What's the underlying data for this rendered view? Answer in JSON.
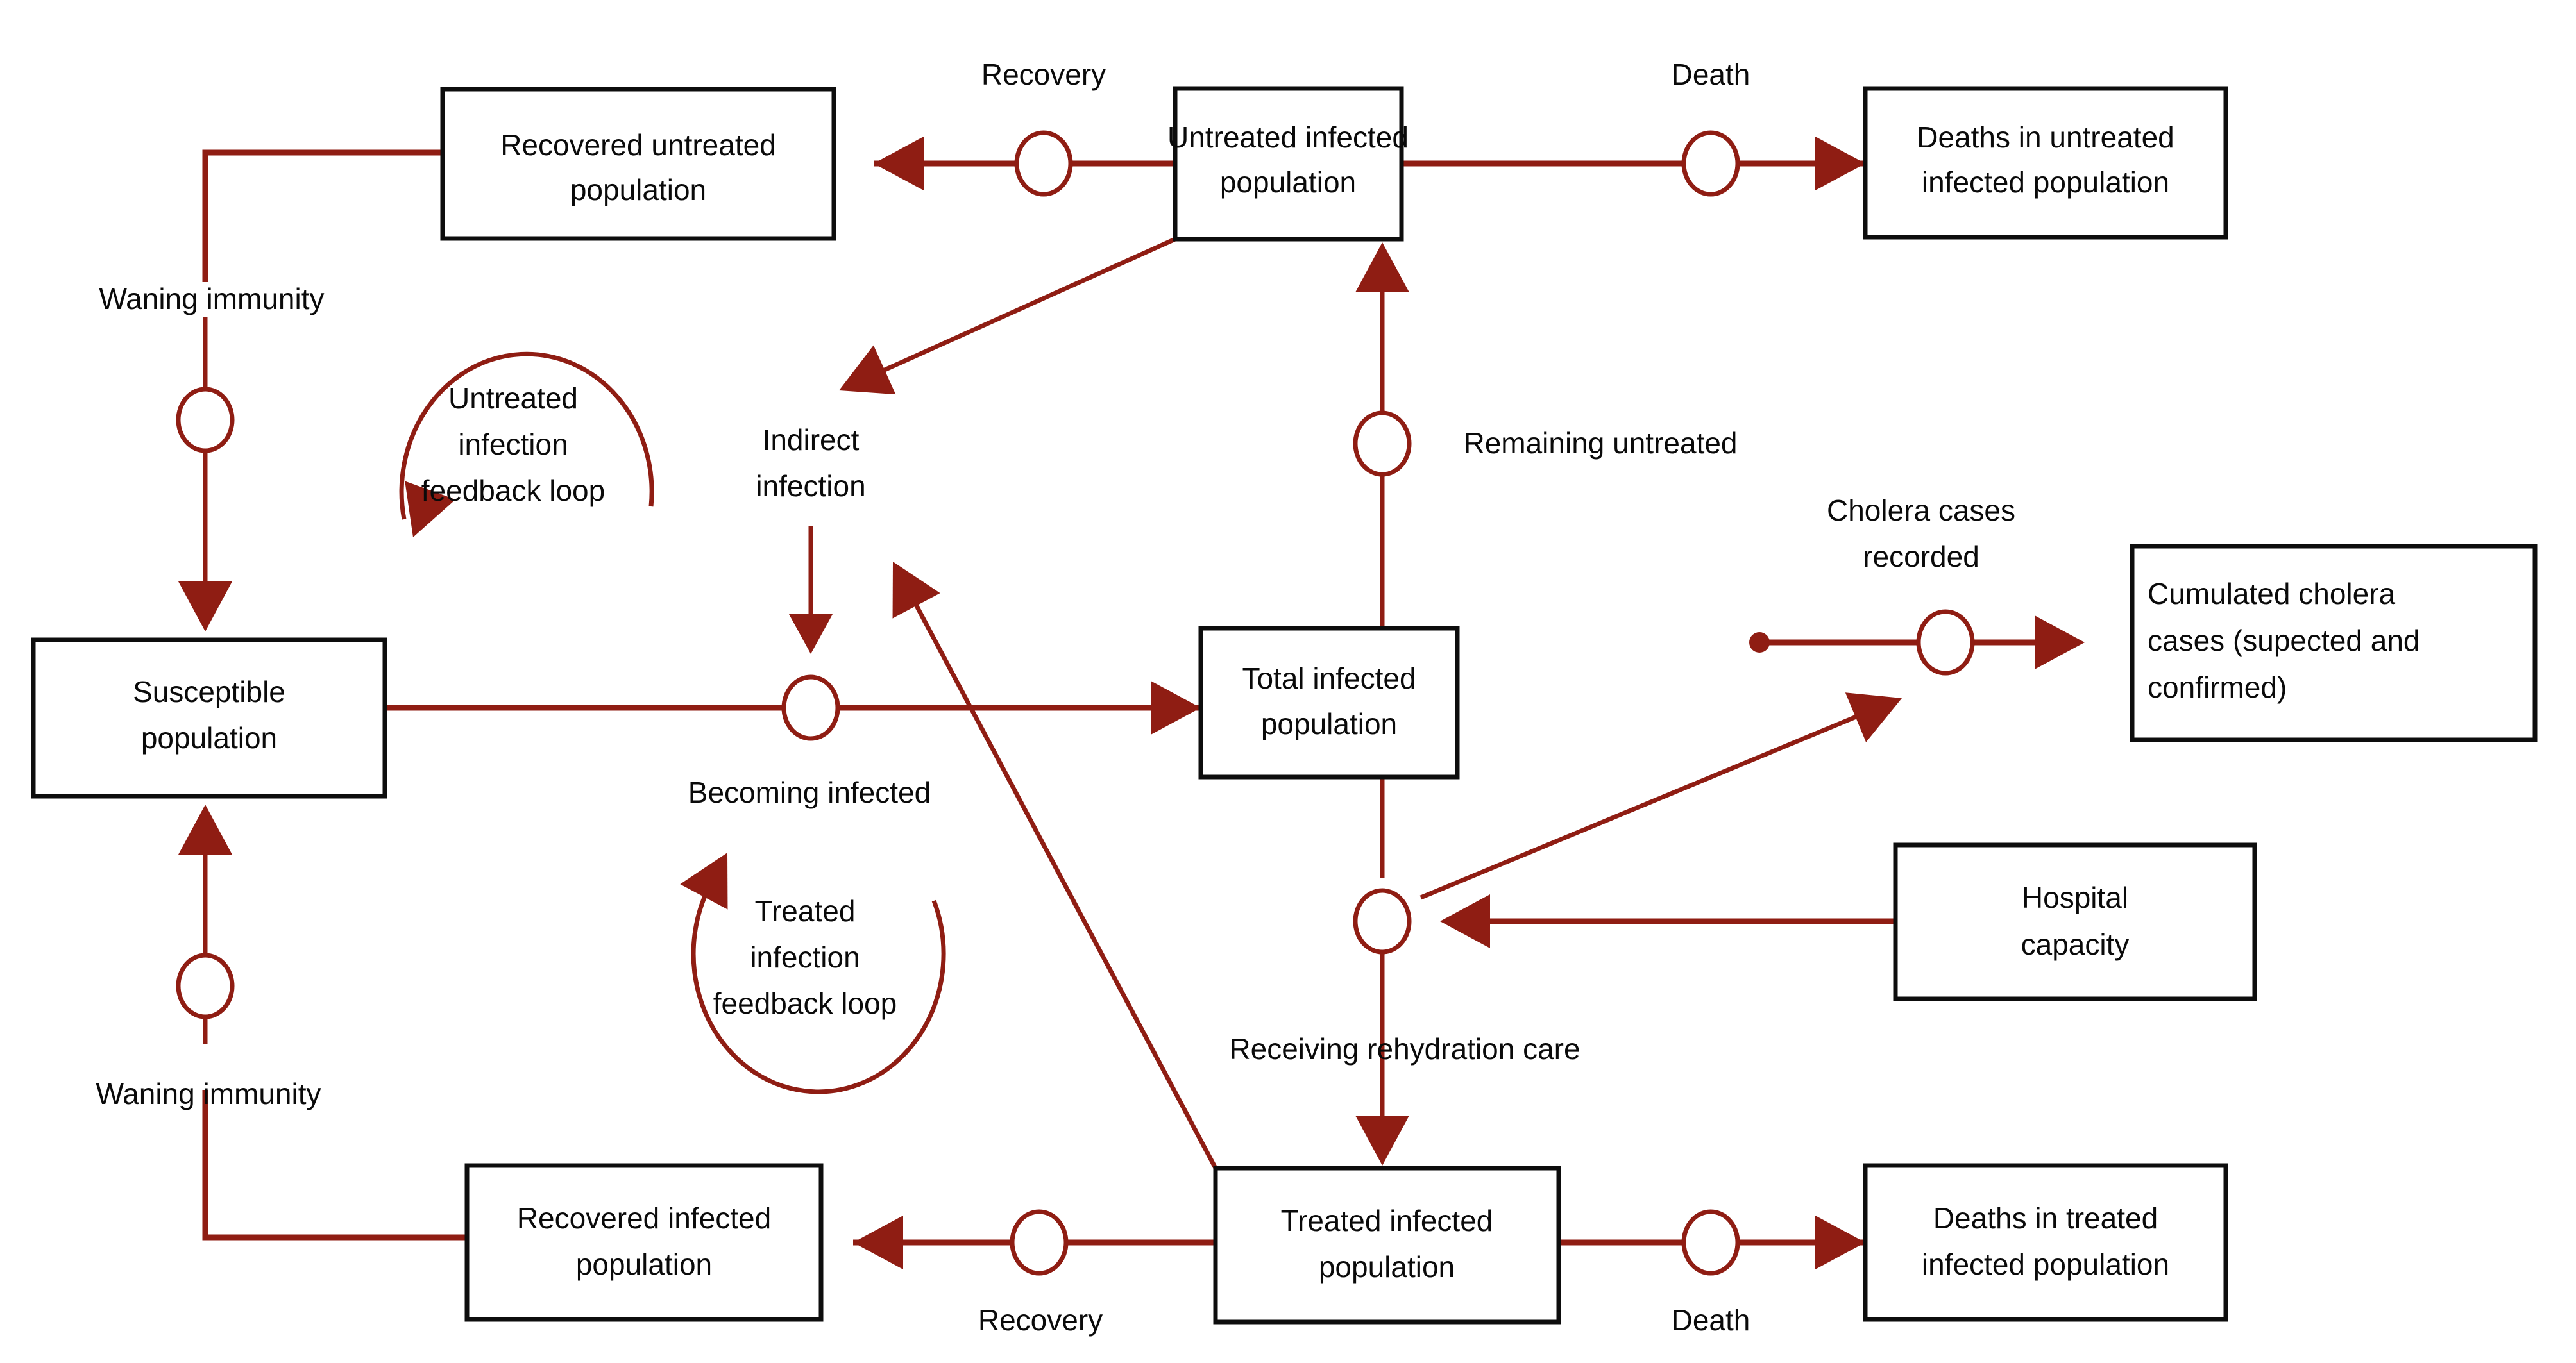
{
  "diagram": {
    "kind": "stock-and-flow-diagram",
    "title": "Cholera transmission stock and flow diagram",
    "colors": {
      "flow": "#8f1d13",
      "stock_border": "#0d0d0d",
      "background": "#ffffff",
      "text": "#0a0a0a"
    },
    "stocks": [
      {
        "id": "recovered_untreated",
        "line1": "Recovered untreated",
        "line2": "population"
      },
      {
        "id": "untreated_infected",
        "line1": "Untreated infected",
        "line2": "population"
      },
      {
        "id": "deaths_untreated",
        "line1": "Deaths in untreated",
        "line2": "infected population"
      },
      {
        "id": "susceptible",
        "line1": "Susceptible",
        "line2": "population"
      },
      {
        "id": "total_infected",
        "line1": "Total infected",
        "line2": "population"
      },
      {
        "id": "cumulated_cases",
        "line1": "Cumulated cholera",
        "line2": "cases (supected and",
        "line3": "confirmed)"
      },
      {
        "id": "hospital_capacity",
        "line1": "Hospital",
        "line2": "capacity"
      },
      {
        "id": "recovered_infected",
        "line1": "Recovered infected",
        "line2": "population"
      },
      {
        "id": "treated_infected",
        "line1": "Treated infected",
        "line2": "population"
      },
      {
        "id": "deaths_treated",
        "line1": "Deaths in treated",
        "line2": "infected population"
      }
    ],
    "flow_labels": [
      {
        "id": "recovery_top",
        "text": "Recovery"
      },
      {
        "id": "death_top",
        "text": "Death"
      },
      {
        "id": "waning_immunity_top",
        "text": "Waning immunity"
      },
      {
        "id": "waning_immunity_bottom",
        "text": "Waning immunity"
      },
      {
        "id": "indirect_infection",
        "line1": "Indirect",
        "line2": "infection"
      },
      {
        "id": "becoming_infected",
        "text": "Becoming infected"
      },
      {
        "id": "remaining_untreated",
        "text": "Remaining untreated"
      },
      {
        "id": "cholera_cases_recorded",
        "line1": "Cholera cases",
        "line2": "recorded"
      },
      {
        "id": "receiving_rehydration_care",
        "text": "Receiving rehydration care"
      },
      {
        "id": "recovery_bottom",
        "text": "Recovery"
      },
      {
        "id": "death_bottom",
        "text": "Death"
      }
    ],
    "feedback_loops": [
      {
        "id": "untreated_loop",
        "line1": "Untreated",
        "line2": "infection",
        "line3": "feedback loop",
        "direction": "clockwise"
      },
      {
        "id": "treated_loop",
        "line1": "Treated",
        "line2": "infection",
        "line3": "feedback loop",
        "direction": "counter-clockwise"
      }
    ]
  }
}
